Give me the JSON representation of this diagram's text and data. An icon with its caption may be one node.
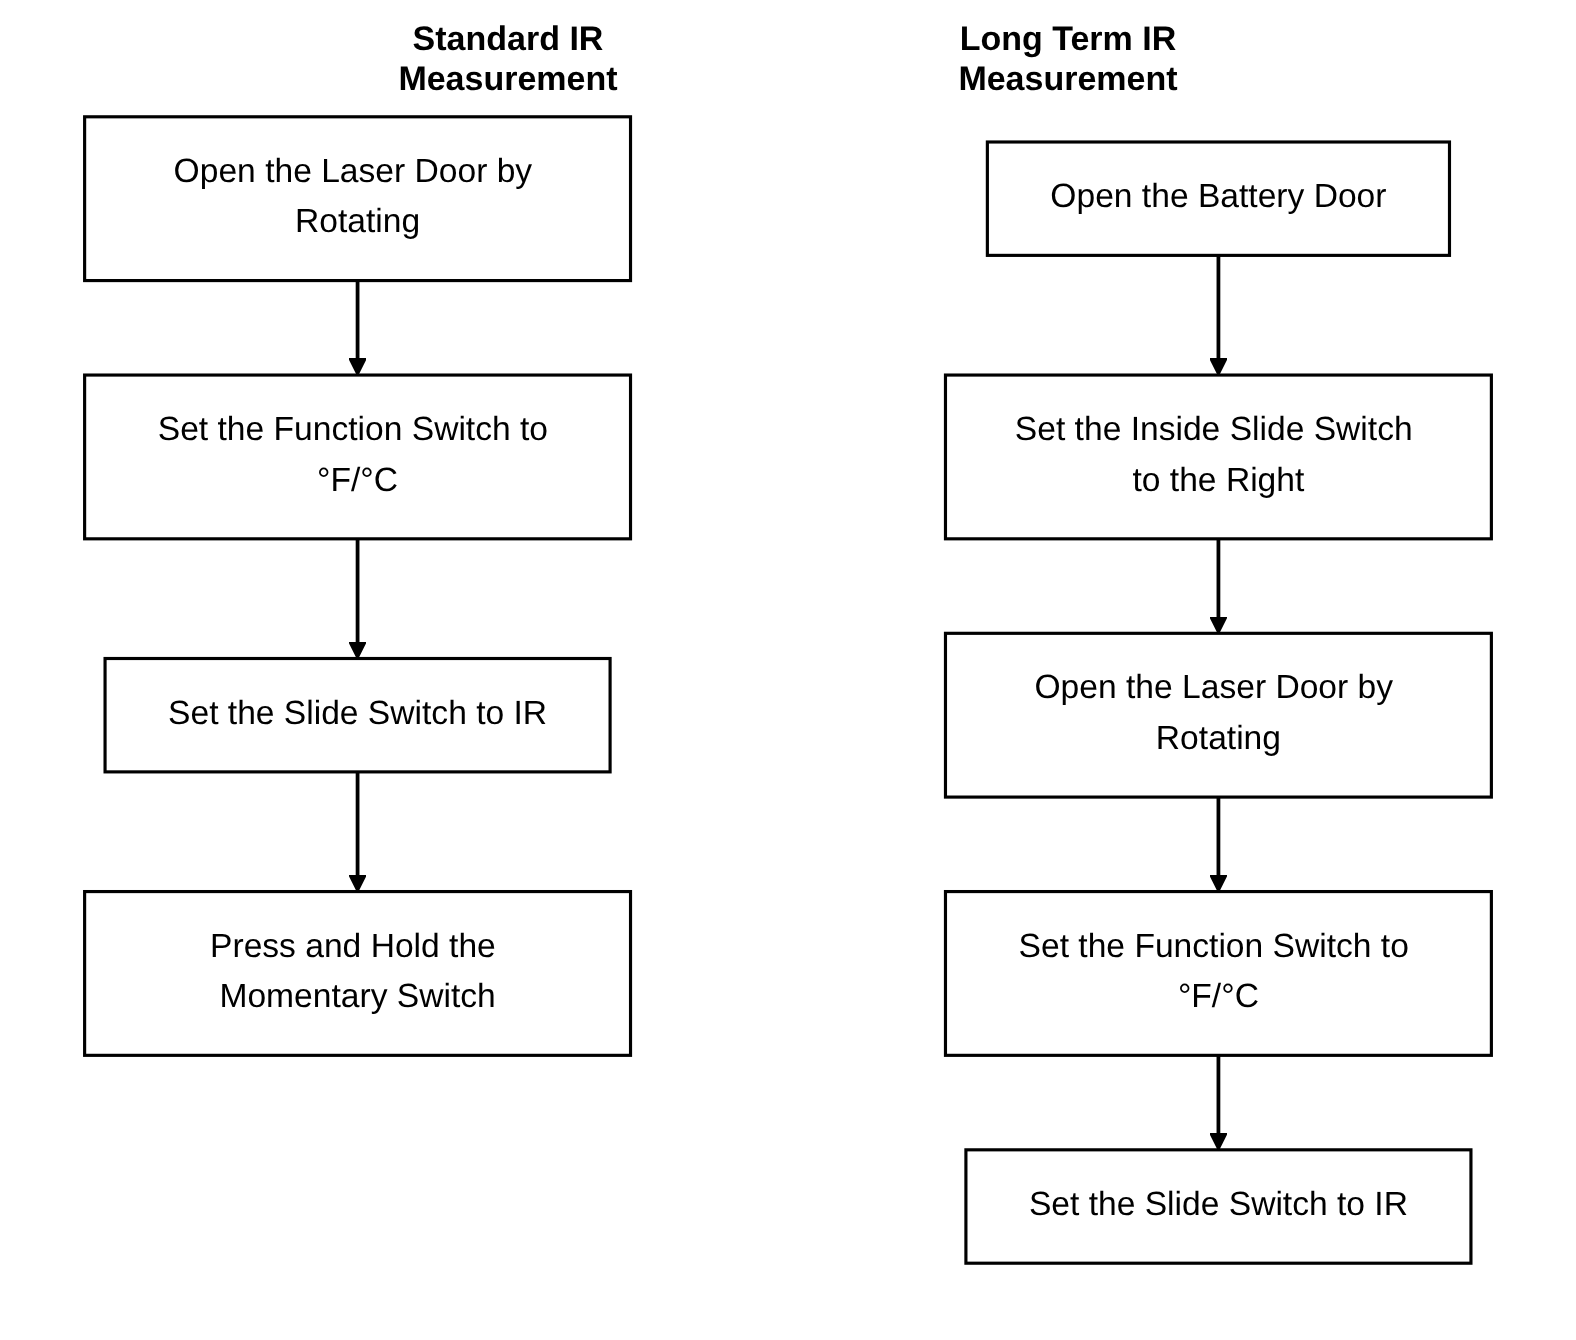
{
  "diagram": {
    "nodes": [
      {
        "text": [
          "Open the Laser Door by Rotating"
        ]
      },
      {
        "text": [
          "Set the Function Switch to °F/°C"
        ]
      },
      {
        "text": [
          "Set the Slide Switch to IR"
        ]
      },
      {
        "text": [
          "Press and Hold the Momentary Switch"
        ]
      },
      {
        "text": [
          "Open the Battery Door"
        ]
      },
      {
        "text": [
          "Set the Inside Slide Switch to the Right"
        ]
      },
      {
        "text": [
          "Open the Laser Door by Rotating"
        ]
      },
      {
        "text": [
          "Set the Function Switch to °F/°C"
        ]
      },
      {
        "text": [
          "Set the Slide Switch to IR"
        ]
      }
    ],
    "edges": [
      {
        "from": 0,
        "to": 1,
        "arrow": "to"
      },
      {
        "from": 1,
        "to": 2,
        "arrow": "to"
      },
      {
        "from": 2,
        "to": 3,
        "arrow": "to"
      },
      {
        "from": 4,
        "to": 5,
        "arrow": "to"
      },
      {
        "from": 5,
        "to": 6,
        "arrow": "to"
      },
      {
        "from": 6,
        "to": 7,
        "arrow": "to"
      },
      {
        "from": 7,
        "to": 8,
        "arrow": "to"
      }
    ],
    "labels": [
      "Standard IR Measurement",
      "Long Term IR Measurement"
    ]
  }
}
